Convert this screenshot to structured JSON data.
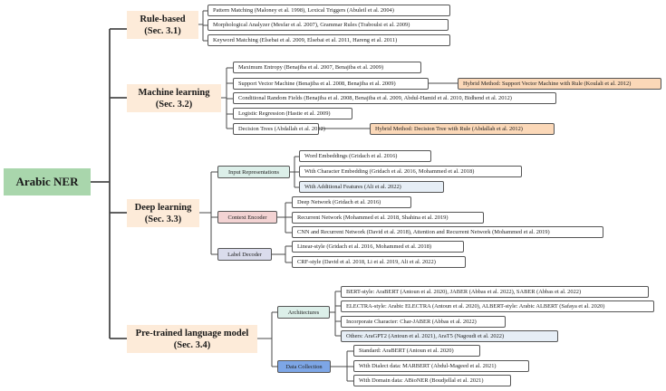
{
  "root": {
    "label": "Arabic NER"
  },
  "categories": {
    "rule_based": {
      "title": "Rule-based",
      "section": "(Sec. 3.1)"
    },
    "machine_learning": {
      "title": "Machine learning",
      "section": "(Sec. 3.2)"
    },
    "deep_learning": {
      "title": "Deep learning",
      "section": "(Sec. 3.3)"
    },
    "pretrained": {
      "title": "Pre-trained language model",
      "section": "(Sec. 3.4)"
    }
  },
  "rule_based": [
    "Pattern Matching (Maloney et al. 1998), Lexical Triggers (Abuleil et al. 2004)",
    "Morphological Analyzer (Mesfar et al. 2007), Grammar Rules (Traboulsi et al. 2009)",
    "Keyword Matching (Elsebai et al. 2009, Elsebai et al. 2011, Hareng et al. 2011)"
  ],
  "machine_learning": [
    "Maximum Entropy (Benajiba et al. 2007, Benajiba et al. 2009)",
    "Support Vector Machine (Benajiba et al. 2008, Benajiba et al. 2009)",
    "Conditional Random Fields (Benajiba et al. 2008, Benajiba et al. 2009, Abdul-Hamid et al. 2010, Bidhend et al. 2012)",
    "Logistic Regression (Hastie et al. 2009)",
    "Decision Trees (Abdallah et al. 2012)"
  ],
  "hybrid": {
    "svm": "Hybrid Method: Support Vector Machine with Rule (Koulali et al. 2012)",
    "dt": "Hybrid Method: Decision Tree with Rule (Abdallah et al. 2012)"
  },
  "deep_learning": {
    "input_repr": {
      "label": "Input Representations",
      "items": [
        "Word Embeddings (Gridach et al. 2016)",
        "With Character Embedding (Gridach et al. 2016, Mohammed et al. 2018)",
        "With Additional Features (Ali et al. 2022)"
      ]
    },
    "context_encoder": {
      "label": "Context Encoder",
      "items": [
        "Deep Network (Gridach et al. 2016)",
        "Recurrent Network (Mohammed et al. 2018, Shahina et al. 2019)",
        "CNN and Recurrent Network (David et al. 2018), Attention and Recurrent Network (Mohammed et al. 2019)"
      ]
    },
    "label_decoder": {
      "label": "Label Decoder",
      "items": [
        "Linear-style (Gridach et al. 2016, Mohammed et al. 2018)",
        "CRF-style (David et al. 2018, Li et al. 2019, Ali et al. 2022)"
      ]
    }
  },
  "pretrained": {
    "architectures": {
      "label": "Architectures",
      "items": [
        "BERT-style: AraBERT (Antoun et al. 2020), JABER (Abbas et al. 2022), SABER (Abbas et al. 2022)",
        "ELECTRA-style: Arabic ELECTRA (Antoun et al. 2020), ALBERT-style: Arabic ALBERT (Safaya et al. 2020)",
        "Incorporate Character: Char-JABER (Abbas et al. 2022)",
        "Others: AraGPT2 (Antoun et al. 2021), AraT5 (Nagoudi et al. 2022)"
      ]
    },
    "data_collection": {
      "label": "Data Collection",
      "items": [
        "Standard: AraBERT (Antoun et al. 2020)",
        "With Dialect data: MARBERT (Abdul-Mageed et al. 2021)",
        "With Domain data: ABioNER (Boudjellal et al. 2021)"
      ]
    }
  }
}
